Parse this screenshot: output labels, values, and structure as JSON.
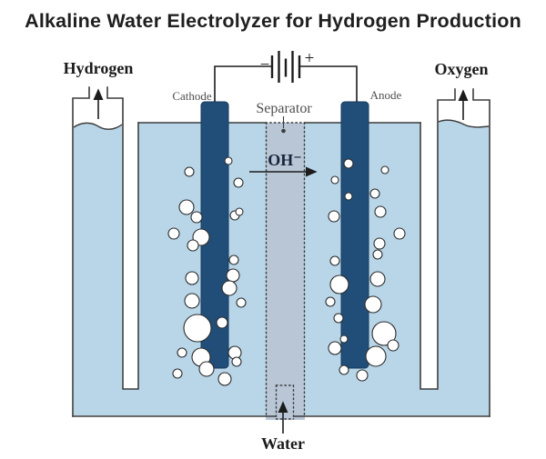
{
  "title": "Alkaline Water Electrolyzer for Hydrogen Production",
  "labels": {
    "hydrogen": "Hydrogen",
    "oxygen": "Oxygen",
    "cathode": "Cathode",
    "anode": "Anode",
    "separator": "Separator",
    "hydroxide": "OH⁻",
    "water": "Water"
  },
  "battery": {
    "minus": "−",
    "plus": "+"
  },
  "colors": {
    "background": "#ffffff",
    "liquid": "#b9d6e8",
    "separator": "#b9c6d6",
    "electrode": "#214e79",
    "electrode-stroke": "#17395c",
    "outline": "#3c3c3c",
    "wire": "#1c1c1c",
    "bubble-fill": "#ffffff",
    "bubble-stroke": "#2b2b2b",
    "label-dark": "#1b1b1b",
    "label-gray": "#4f4f4f",
    "ion-text": "#16243c",
    "title-text": "#1f1f1f"
  },
  "bubbles": {
    "left": [
      [
        208,
        189,
        5
      ],
      [
        251,
        177,
        4
      ],
      [
        262,
        201,
        5
      ],
      [
        205,
        228,
        8
      ],
      [
        216,
        239,
        6
      ],
      [
        258,
        237,
        5
      ],
      [
        263,
        233,
        4
      ],
      [
        191,
        257,
        6
      ],
      [
        221,
        261,
        9
      ],
      [
        212,
        270,
        6
      ],
      [
        257,
        286,
        5
      ],
      [
        256,
        303,
        7
      ],
      [
        211,
        306,
        7
      ],
      [
        252,
        317,
        8
      ],
      [
        211,
        331,
        8
      ],
      [
        265,
        333,
        5
      ],
      [
        217,
        361,
        15
      ],
      [
        244,
        355,
        6
      ],
      [
        200,
        388,
        5
      ],
      [
        221,
        393,
        10
      ],
      [
        258,
        388,
        7
      ],
      [
        195,
        411,
        5
      ],
      [
        227,
        406,
        8
      ],
      [
        247,
        417,
        7
      ],
      [
        260,
        398,
        5
      ]
    ],
    "right": [
      [
        383,
        180,
        5
      ],
      [
        368,
        198,
        4
      ],
      [
        423,
        187,
        4
      ],
      [
        383,
        216,
        4
      ],
      [
        412,
        213,
        5
      ],
      [
        418,
        233,
        6
      ],
      [
        367,
        238,
        6
      ],
      [
        439,
        257,
        6
      ],
      [
        417,
        268,
        6
      ],
      [
        415,
        280,
        5
      ],
      [
        368,
        287,
        5
      ],
      [
        415,
        307,
        8
      ],
      [
        373,
        313,
        10
      ],
      [
        363,
        332,
        5
      ],
      [
        410,
        335,
        9
      ],
      [
        372,
        350,
        5
      ],
      [
        422,
        367,
        13
      ],
      [
        378,
        373,
        4
      ],
      [
        368,
        383,
        7
      ],
      [
        413,
        392,
        11
      ],
      [
        378,
        407,
        5
      ],
      [
        398,
        413,
        6
      ],
      [
        432,
        380,
        6
      ]
    ]
  }
}
